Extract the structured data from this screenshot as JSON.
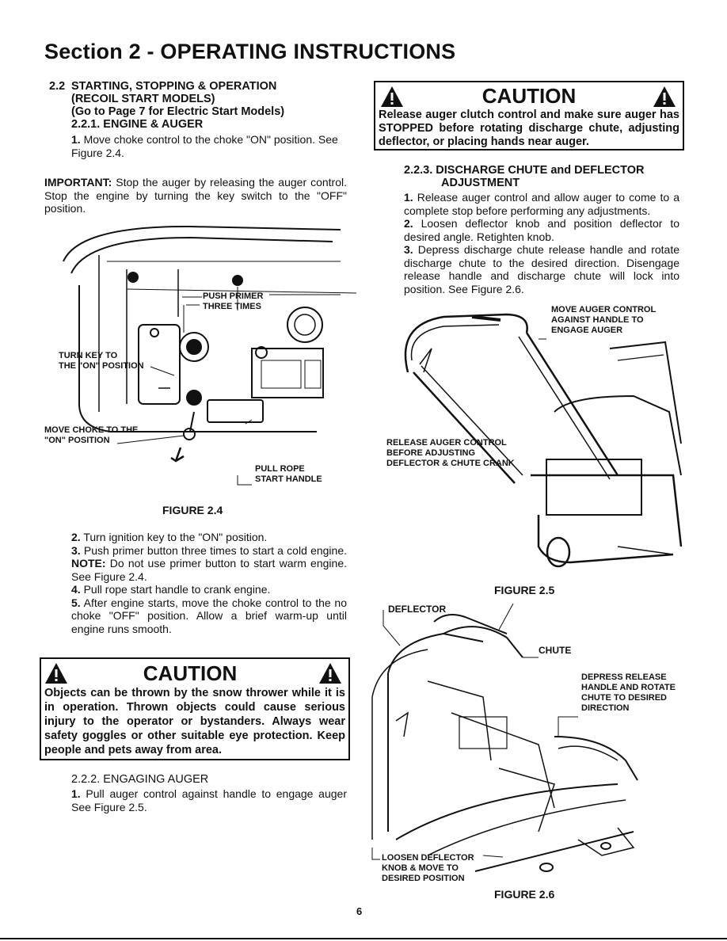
{
  "page": {
    "section_title": "Section 2 - OPERATING INSTRUCTIONS",
    "page_number": "6"
  },
  "left": {
    "h_2_2_num": "2.2",
    "h_2_2_line1": "STARTING, STOPPING & OPERATION",
    "h_2_2_line2": "(RECOIL START MODELS)",
    "h_2_2_line3": "(Go to Page 7 for Electric Start Models)",
    "h_2_2_1": "2.2.1.  ENGINE & AUGER",
    "step1_num": "1.",
    "step1": " Move choke control to the choke \"ON\" position. See Figure 2.4.",
    "important_label": "IMPORTANT:",
    "important_text": " Stop the auger by releasing the auger control. Stop the engine by turning the key switch to the \"OFF\" position.",
    "step2_num": "2.",
    "step2": " Turn ignition key to the \"ON\" position.",
    "step3_num": "3.",
    "step3a": " Push primer button three times to start a cold engine. ",
    "step3_note": "NOTE:",
    "step3b": " Do not use primer button to start warm engine. See Figure 2.4.",
    "step4_num": "4.",
    "step4": " Pull rope start handle to crank engine.",
    "step5_num": "5.",
    "step5": " After engine starts, move the choke control to the no choke \"OFF\" position. Allow a brief warm-up until engine runs smooth.",
    "caution_title": "CAUTION",
    "caution_text": "Objects can be thrown by the snow thrower while it is in operation. Thrown objects could cause serious injury to the operator or bystanders. Always wear safety goggles or other suitable eye protection. Keep people and pets away from area.",
    "h_2_2_2": "2.2.2.  ENGAGING AUGER",
    "eng_num": "1.",
    "eng_text": " Pull auger control against handle to engage auger See Figure 2.5."
  },
  "fig24": {
    "caption": "FIGURE 2.4",
    "push_primer": "PUSH PRIMER",
    "three_times": "THREE TIMES",
    "turn_key_1": "TURN KEY TO",
    "turn_key_2": "THE \"ON\" POSITION",
    "move_choke_1": "MOVE CHOKE TO THE",
    "move_choke_2": "\"ON\" POSITION",
    "pull_rope_1": "PULL ROPE",
    "pull_rope_2": "START HANDLE"
  },
  "right": {
    "caution_title": "CAUTION",
    "caution_text": "Release auger clutch control and make sure auger has STOPPED before rotating discharge chute, adjusting deflector, or placing hands near auger.",
    "h_2_2_3_line1": "2.2.3.  DISCHARGE CHUTE and DEFLECTOR",
    "h_2_2_3_line2": "ADJUSTMENT",
    "s1_num": "1.",
    "s1": " Release auger control and allow auger to come to a complete stop before performing any adjustments.",
    "s2_num": "2.",
    "s2": " Loosen deflector knob and position deflector to desired angle. Retighten knob.",
    "s3_num": "3.",
    "s3": " Depress discharge chute release handle and rotate discharge chute to the desired direction. Disengage release handle and discharge chute will lock into position. See Figure 2.6."
  },
  "fig25": {
    "caption": "FIGURE 2.5",
    "move_auger_1": "MOVE AUGER CONTROL",
    "move_auger_2": "AGAINST HANDLE TO",
    "move_auger_3": "ENGAGE AUGER",
    "release_1": "RELEASE AUGER CONTROL",
    "release_2": "BEFORE ADJUSTING",
    "release_3": "DEFLECTOR & CHUTE CRANK"
  },
  "fig26": {
    "caption": "FIGURE 2.6",
    "deflector": "DEFLECTOR",
    "chute": "CHUTE",
    "depress_1": "DEPRESS RELEASE",
    "depress_2": "HANDLE AND ROTATE",
    "depress_3": "CHUTE TO DESIRED",
    "depress_4": "DIRECTION",
    "loosen_1": "LOOSEN DEFLECTOR",
    "loosen_2": "KNOB & MOVE TO",
    "loosen_3": "DESIRED POSITION"
  }
}
